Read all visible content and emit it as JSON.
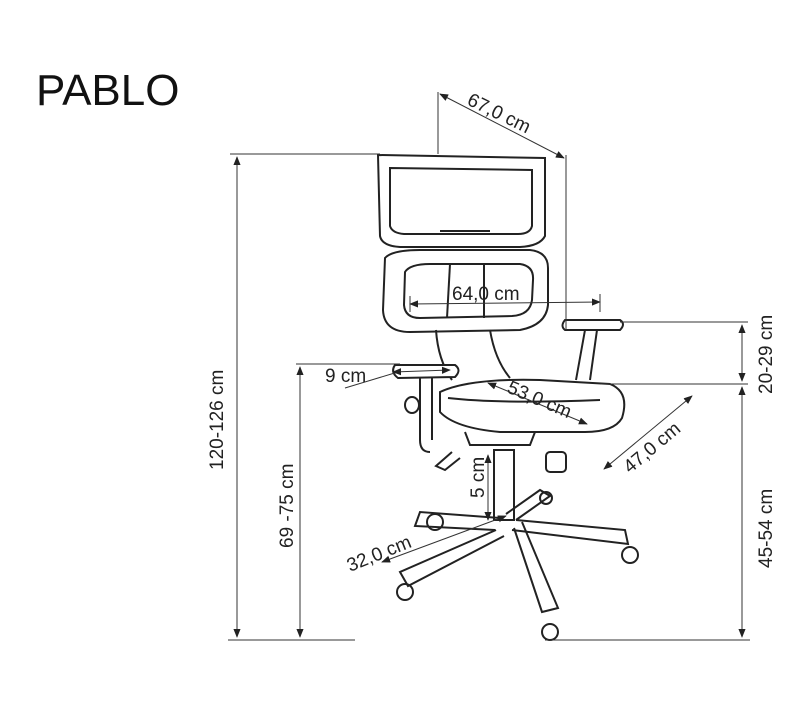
{
  "product": {
    "name": "PABLO"
  },
  "dimensions": {
    "total_height": "120-126 cm",
    "armrest_height": "69 -75 cm",
    "seat_height": "45-54 cm",
    "armrest_adjust": "20-29 cm",
    "total_depth": "67,0 cm",
    "total_width": "64,0 cm",
    "seat_depth": "53,0 cm",
    "seat_width": "47,0 cm",
    "armrest_width": "9 cm",
    "gas_lift": "5 cm",
    "base_radius": "32,0 cm"
  },
  "colors": {
    "line": "#222222",
    "background": "#ffffff"
  }
}
